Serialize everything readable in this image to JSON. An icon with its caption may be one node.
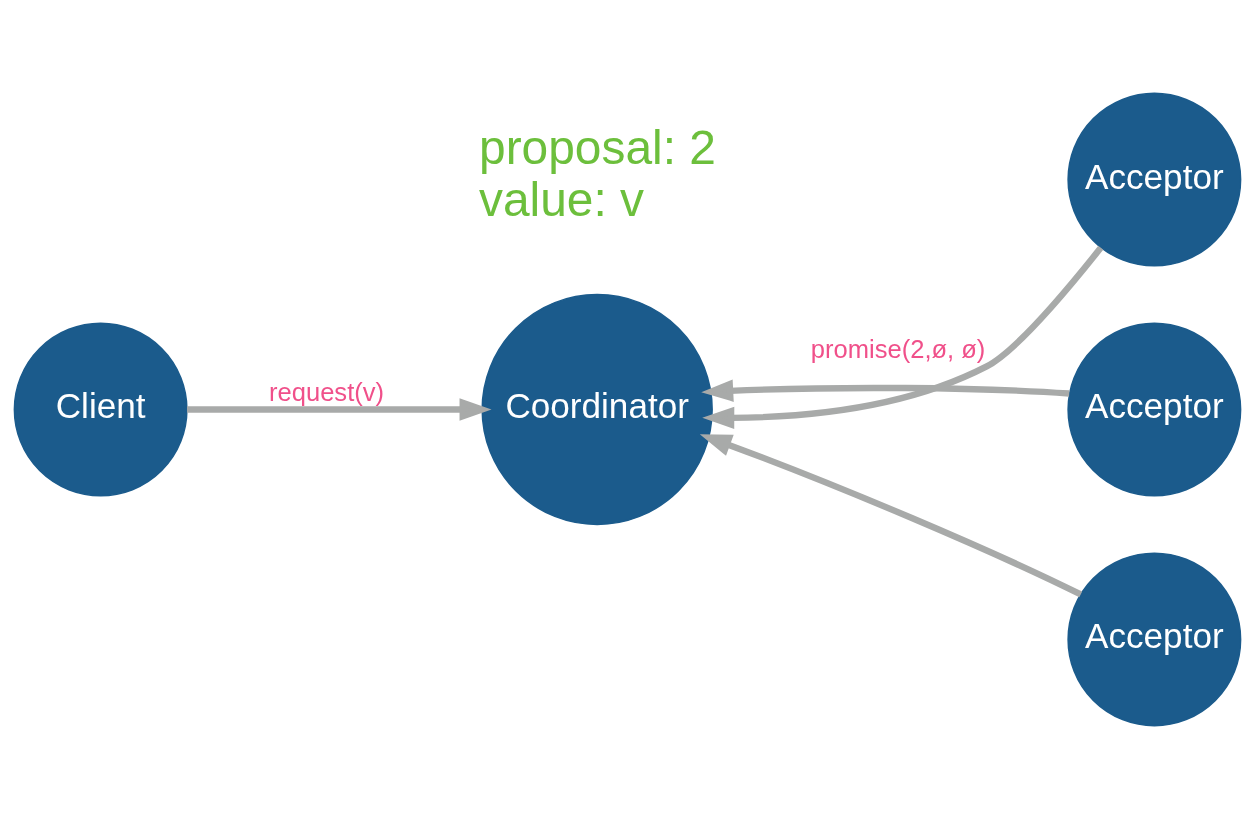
{
  "diagram": {
    "nodes": [
      {
        "text": [
          "Client"
        ]
      },
      {
        "text": [
          "Coordinator"
        ],
        "beside": [
          "proposal: 2",
          "value: v"
        ]
      },
      {
        "text": [
          "Acceptor"
        ]
      },
      {
        "text": [
          "Acceptor"
        ]
      },
      {
        "text": [
          "Acceptor"
        ]
      }
    ],
    "edges": [
      {
        "from": 0,
        "to": 1,
        "arrow": "to",
        "label": "request(v)"
      },
      {
        "from": 2,
        "to": 1,
        "arrow": "to",
        "label": "promise(2,ø, ø)"
      },
      {
        "from": 3,
        "to": 1,
        "arrow": "to"
      },
      {
        "from": 4,
        "to": 1,
        "arrow": "to"
      }
    ]
  }
}
